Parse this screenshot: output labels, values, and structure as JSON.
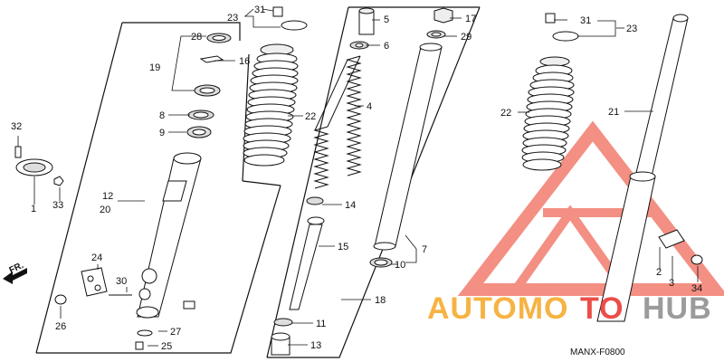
{
  "diagram": {
    "callouts": {
      "c1": "1",
      "c2": "2",
      "c3": "3",
      "c4": "4",
      "c5": "5",
      "c6": "6",
      "c7": "7",
      "c8": "8",
      "c9": "9",
      "c10": "10",
      "c11": "11",
      "c12": "12",
      "c13": "13",
      "c14": "14",
      "c15": "15",
      "c16": "16",
      "c17": "17",
      "c18": "18",
      "c19": "19",
      "c20": "20",
      "c21": "21",
      "c22a": "22",
      "c22b": "22",
      "c23a": "23",
      "c23b": "23",
      "c24": "24",
      "c25": "25",
      "c26": "26",
      "c27": "27",
      "c28": "28",
      "c29": "29",
      "c30": "30",
      "c31a": "31",
      "c31b": "31",
      "c32": "32",
      "c33": "33",
      "c34": "34"
    },
    "front_arrow_label": "FR.",
    "drawing_code": "MANX-F0800",
    "watermark": {
      "auto": "AUTOMO",
      "moto": "TO",
      "hub": "HUB",
      "color_orange": "#f5a623",
      "color_red": "#e8302a",
      "color_gray": "#8a8a8a"
    }
  }
}
